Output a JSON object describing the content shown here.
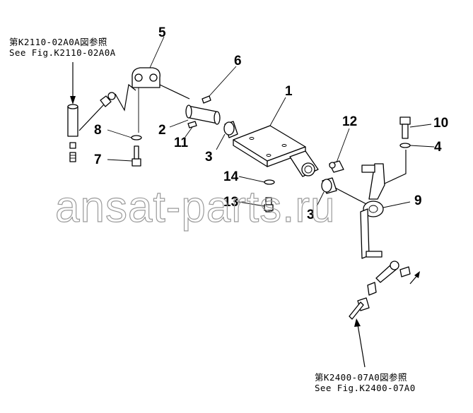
{
  "references": [
    {
      "jp": "第K2110-02A0A図参照",
      "en": "See Fig.K2110-02A0A"
    },
    {
      "jp": "第K2400-07A0図参照",
      "en": "See Fig.K2400-07A0"
    }
  ],
  "callouts": [
    "1",
    "2",
    "3",
    "3",
    "4",
    "5",
    "6",
    "7",
    "8",
    "9",
    "10",
    "11",
    "12",
    "13",
    "14"
  ],
  "watermark": "ansat-parts.ru"
}
